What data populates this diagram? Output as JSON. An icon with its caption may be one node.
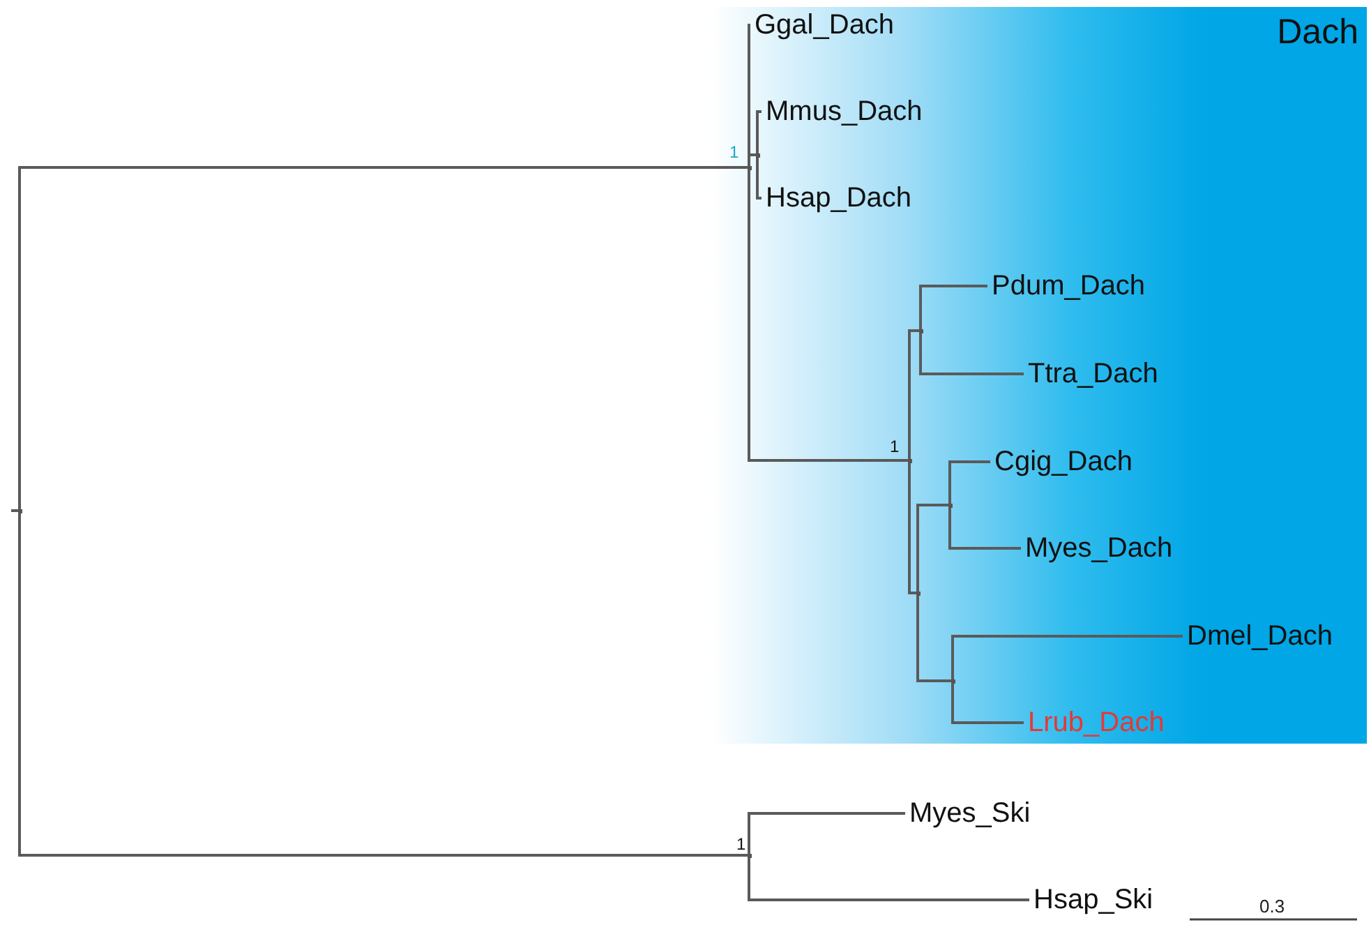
{
  "diagram": {
    "nodes": [
      {
        "text": [],
        "shape": "dot"
      },
      {
        "text": [
          "Dach"
        ]
      },
      {
        "text": [],
        "shape": "dot",
        "in": 1,
        "beside": [
          "1"
        ]
      },
      {
        "text": [
          "Ggal_Dach"
        ],
        "in": 1
      },
      {
        "text": [],
        "shape": "dot",
        "in": 1
      },
      {
        "text": [
          "Mmus_Dach"
        ],
        "in": 1
      },
      {
        "text": [
          "Hsap_Dach"
        ],
        "in": 1
      },
      {
        "text": [],
        "shape": "dot",
        "in": 1,
        "beside": [
          "1"
        ]
      },
      {
        "text": [],
        "shape": "dot",
        "in": 1
      },
      {
        "text": [
          "Pdum_Dach"
        ],
        "in": 1
      },
      {
        "text": [
          "Ttra_Dach"
        ],
        "in": 1
      },
      {
        "text": [],
        "shape": "dot",
        "in": 1
      },
      {
        "text": [],
        "shape": "dot",
        "in": 1
      },
      {
        "text": [
          "Cgig_Dach"
        ],
        "in": 1
      },
      {
        "text": [
          "Myes_Dach"
        ],
        "in": 1
      },
      {
        "text": [],
        "shape": "dot",
        "in": 1
      },
      {
        "text": [
          "Dmel_Dach"
        ],
        "in": 1
      },
      {
        "text": [
          "Lrub_Dach"
        ],
        "in": 1
      },
      {
        "text": [],
        "shape": "dot",
        "beside": [
          "1"
        ]
      },
      {
        "text": [
          "Myes_Ski"
        ]
      },
      {
        "text": [
          "Hsap_Ski"
        ]
      }
    ],
    "edges": [
      {
        "from": null,
        "to": 0,
        "arrow": "none"
      },
      {
        "from": 0,
        "to": 2,
        "arrow": "none"
      },
      {
        "from": 0,
        "to": 18,
        "arrow": "none"
      },
      {
        "from": 2,
        "to": 3,
        "arrow": "none"
      },
      {
        "from": 2,
        "to": 4,
        "arrow": "none"
      },
      {
        "from": 4,
        "to": 5,
        "arrow": "none"
      },
      {
        "from": 4,
        "to": 6,
        "arrow": "none"
      },
      {
        "from": 2,
        "to": 7,
        "arrow": "none"
      },
      {
        "from": 7,
        "to": 8,
        "arrow": "none"
      },
      {
        "from": 8,
        "to": 9,
        "arrow": "none"
      },
      {
        "from": 8,
        "to": 10,
        "arrow": "none"
      },
      {
        "from": 7,
        "to": 11,
        "arrow": "none"
      },
      {
        "from": 11,
        "to": 12,
        "arrow": "none"
      },
      {
        "from": 12,
        "to": 13,
        "arrow": "none"
      },
      {
        "from": 12,
        "to": 14,
        "arrow": "none"
      },
      {
        "from": 11,
        "to": 15,
        "arrow": "none"
      },
      {
        "from": 15,
        "to": 16,
        "arrow": "none"
      },
      {
        "from": 15,
        "to": 17,
        "arrow": "none"
      },
      {
        "from": 18,
        "to": 19,
        "arrow": "none"
      },
      {
        "from": 18,
        "to": 20,
        "arrow": "none"
      }
    ],
    "labels": [
      "0.3"
    ]
  }
}
